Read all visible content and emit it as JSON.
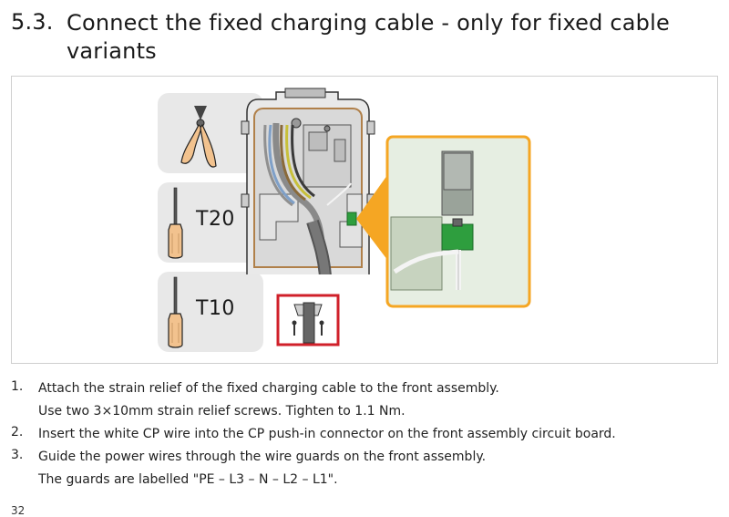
{
  "section": {
    "number": "5.3.",
    "title": "Connect the fixed charging cable - only for fixed cable variants"
  },
  "tools": [
    {
      "icon": "side-cutter-pliers-icon",
      "label": ""
    },
    {
      "icon": "torx-screwdriver-icon",
      "label": "T20"
    },
    {
      "icon": "torx-screwdriver-icon",
      "label": "T10"
    }
  ],
  "colors": {
    "highlight_box": "#d0202a",
    "callout": "#f5a623",
    "connector": "#2e9e3e",
    "tool_bg": "#e8e8e8"
  },
  "steps": [
    {
      "num": "1.",
      "lines": [
        "Attach the strain relief of the fixed charging cable to the front assembly.",
        "Use two 3×10mm strain relief screws. Tighten to 1.1 Nm."
      ]
    },
    {
      "num": "2.",
      "lines": [
        "Insert the white CP wire into the CP push-in connector on the front assembly circuit board."
      ]
    },
    {
      "num": "3.",
      "lines": [
        "Guide the power wires through the wire guards on the front assembly.",
        "The guards are labelled \"PE – L3 – N – L2 – L1\"."
      ]
    }
  ],
  "page_number": "32"
}
